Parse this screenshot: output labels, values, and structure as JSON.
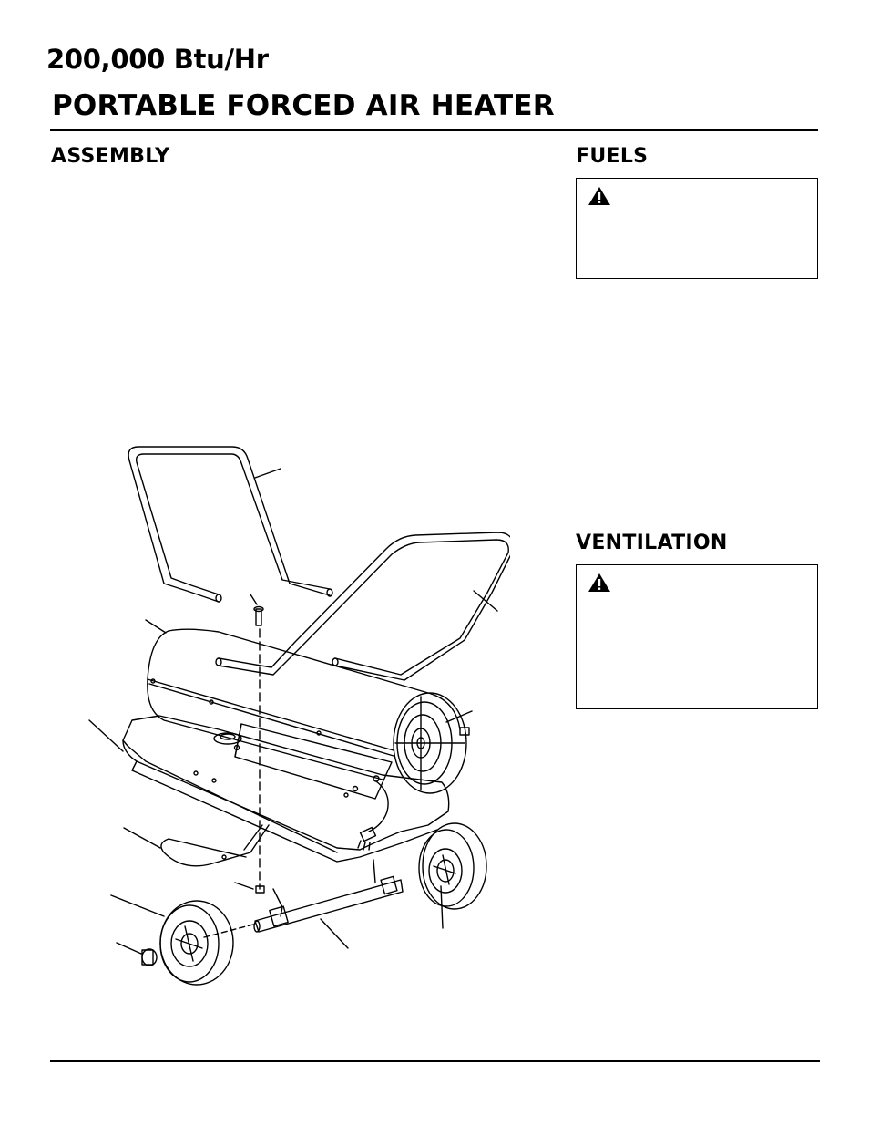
{
  "header": {
    "subtitle": "200,000 Btu/Hr",
    "title": "PORTABLE FORCED AIR HEATER"
  },
  "sections": {
    "assembly": {
      "heading": "ASSEMBLY"
    },
    "fuels": {
      "heading": "FUELS",
      "warning_icon": "warning-triangle-icon"
    },
    "ventilation": {
      "heading": "VENTILATION",
      "warning_icon": "warning-triangle-icon"
    }
  },
  "diagram": {
    "description_icon": "heater-exploded-assembly-illustration"
  }
}
